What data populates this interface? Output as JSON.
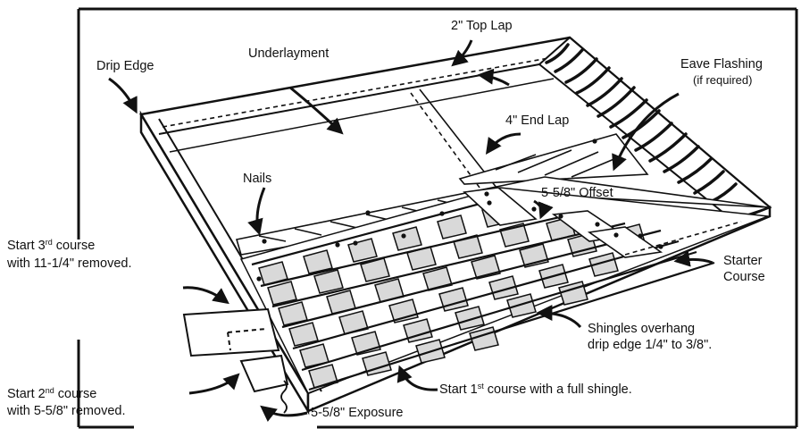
{
  "labels": {
    "top_lap": "2\" Top Lap",
    "drip_edge": "Drip Edge",
    "underlayment": "Underlayment",
    "eave_flashing": "Eave Flashing",
    "eave_flashing_note": "(if required)",
    "end_lap": "4\" End Lap",
    "nails": "Nails",
    "offset": "5-5/8\" Offset",
    "start3_a": "Start 3",
    "start3_sup": "rd",
    "start3_b": " course",
    "start3_line2": "with 11-1/4\" removed.",
    "starter_line1": "Starter",
    "starter_line2": "Course",
    "overhang_line1": "Shingles overhang",
    "overhang_line2": "drip edge 1/4\" to 3/8\".",
    "start2_a": "Start 2",
    "start2_sup": "nd",
    "start2_b": " course",
    "start2_line2": "with 5-5/8\" removed.",
    "start1_a": "Start 1",
    "start1_sup": "st",
    "start1_b": " course with a full shingle.",
    "exposure": "5-5/8\" Exposure"
  },
  "colors": {
    "ink": "#111111",
    "shingle_gray": "#d9d9d9",
    "paper": "#ffffff"
  }
}
